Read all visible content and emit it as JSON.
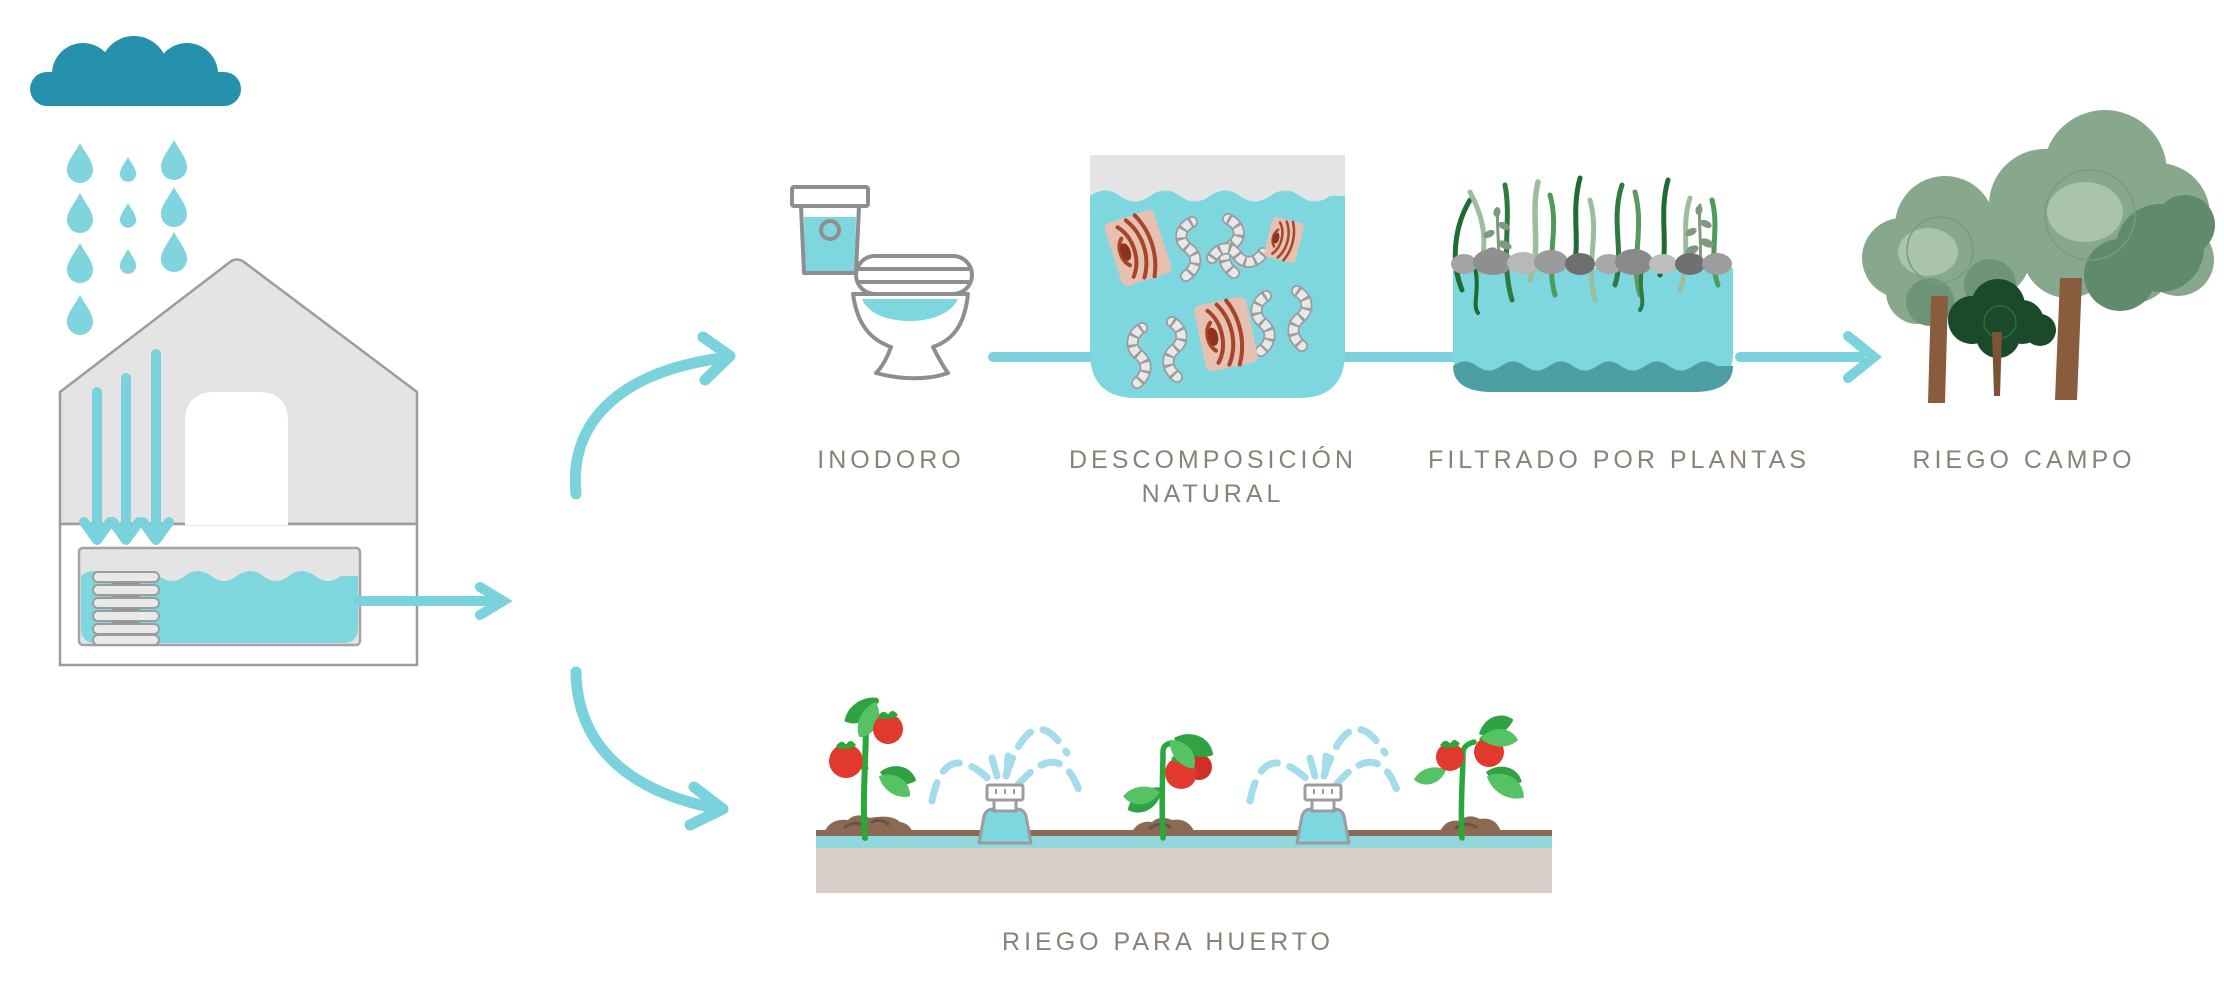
{
  "diagram": {
    "stages": {
      "inodoro": {
        "label": "INODORO"
      },
      "descomposicion": {
        "label_line1": "DESCOMPOSICIÓN",
        "label_line2": "NATURAL"
      },
      "filtrado": {
        "label": "FILTRADO POR PLANTAS"
      },
      "riego_campo": {
        "label": "RIEGO CAMPO"
      },
      "riego_huerto": {
        "label": "RIEGO PARA HUERTO"
      }
    },
    "palette": {
      "cloud": "#2591AC",
      "rain": "#7FD4DE",
      "water": "#7ED7DF",
      "water_deep": "#4E9FA4",
      "arrow": "#79D2DC",
      "spray": "#A3DCEA",
      "house_fill": "#E4E4E4",
      "outline_gray": "#9C9C9C",
      "label_text": "#8A8177",
      "worm_body": "#E8E8E8",
      "wood_chip": "#E6C1B1",
      "wood_grain": "#A8432C",
      "pebble_gray": "#9A9A9A",
      "plant_dark_green": "#1E6B33",
      "plant_light_green": "#9DBD9F",
      "tree_canopy": "#87A88C",
      "tree_shade": "#5F8A6B",
      "tree_dark": "#1A4A2A",
      "trunk_brown": "#8A5C3E",
      "tomato_red": "#E2392E",
      "leaf_green": "#55C264",
      "stem_green": "#2AA83C",
      "soil_brown": "#8A6A52",
      "ground_tan": "#D8D0C8"
    }
  }
}
